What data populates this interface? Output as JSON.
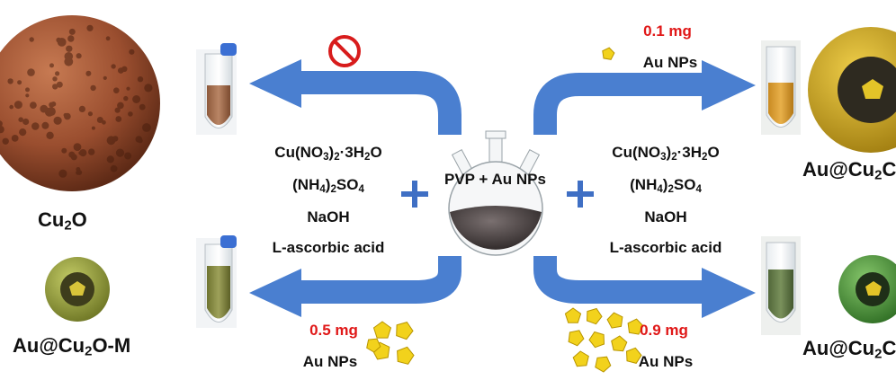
{
  "products": {
    "cu2o": "Cu",
    "cu2o_sub": "2",
    "cu2o_tail": "O",
    "au_cu2o_m": "Au@Cu",
    "au_cu2o_m_sub": "2",
    "au_cu2o_m_tail": "O-M",
    "au_cu2o_top_right": "Au@Cu",
    "au_cu2o_top_right_sub": "2",
    "au_cu2o_top_right_tail": "C",
    "au_cu2o_bottom_right": "Au@Cu",
    "au_cu2o_bottom_right_sub": "2",
    "au_cu2o_bottom_right_tail": "C"
  },
  "flask_label": "PVP + Au NPs",
  "reagents_left": {
    "line1_a": "Cu(NO",
    "line1_sub1": "3",
    "line1_b": ")",
    "line1_sub2": "2",
    "line1_c": "·3H",
    "line1_sub3": "2",
    "line1_d": "O",
    "line2_a": "(NH",
    "line2_sub1": "4",
    "line2_b": ")",
    "line2_sub2": "2",
    "line2_c": "SO",
    "line2_sub3": "4",
    "line3": "NaOH",
    "line4": "L-ascorbic acid"
  },
  "reagents_right": {
    "line1_a": "Cu(NO",
    "line1_sub1": "3",
    "line1_b": ")",
    "line1_sub2": "2",
    "line1_c": "·3H",
    "line1_sub3": "2",
    "line1_d": "O",
    "line2_a": "(NH",
    "line2_sub1": "4",
    "line2_b": ")",
    "line2_sub2": "2",
    "line2_c": "SO",
    "line2_sub3": "4",
    "line3": "NaOH",
    "line4": "L-ascorbic acid"
  },
  "plus_sign": "+",
  "amounts": {
    "top_right_mass": "0.1 mg",
    "top_right_label": "Au NPs",
    "bottom_left_mass": "0.5 mg",
    "bottom_left_label": "Au NPs",
    "bottom_right_mass": "0.9 mg",
    "bottom_right_label": "Au NPs"
  },
  "colors": {
    "arrow": "#4a7fd0",
    "mass_text": "#e01818",
    "cu2o_sphere": "#9a4e2f",
    "shell_yellow": "#c9a524",
    "shell_olive": "#8e9a3b",
    "shell_green": "#4f9a3e",
    "gold_np": "#f2d21c"
  }
}
